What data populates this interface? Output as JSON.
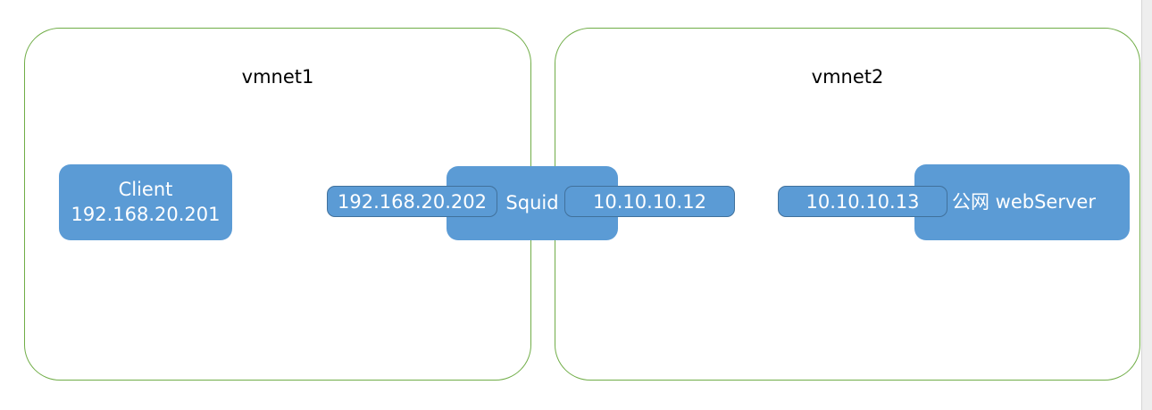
{
  "diagram": {
    "type": "network-topology",
    "background_color": "#ffffff",
    "zone_border_color": "#70ad47",
    "node_fill_color": "#5b9bd5",
    "node_text_color": "#ffffff",
    "ip_pill_border_color": "#41719c",
    "zones": [
      {
        "id": "vmnet1",
        "label": "vmnet1"
      },
      {
        "id": "vmnet2",
        "label": "vmnet2"
      }
    ],
    "nodes": [
      {
        "id": "client",
        "zone": "vmnet1",
        "title": "Client",
        "address": "192.168.20.201"
      },
      {
        "id": "squid",
        "zone": "vmnet1-vmnet2-boundary",
        "title": "Squid",
        "lan_address": "192.168.20.202",
        "wan_address": "10.10.10.12"
      },
      {
        "id": "webserver",
        "zone": "vmnet2",
        "title": "公网 webServer",
        "address": "10.10.10.13"
      }
    ]
  },
  "scrollbar": {
    "visible": true
  }
}
